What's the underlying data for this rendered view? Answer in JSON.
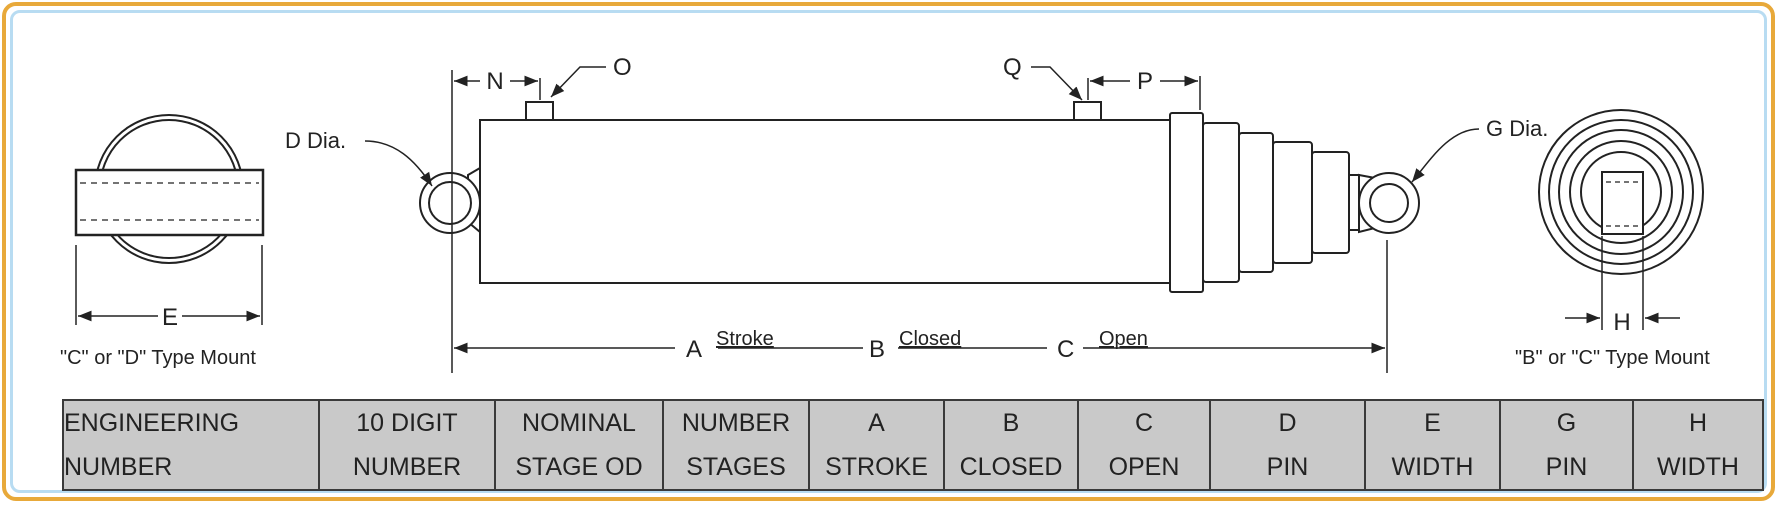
{
  "labels": {
    "n": "N",
    "o": "O",
    "q": "Q",
    "p": "P",
    "d_dia": "D Dia.",
    "g_dia": "G Dia.",
    "e": "E",
    "h": "H",
    "a": "A",
    "b": "B",
    "c": "C",
    "stroke": "Stroke",
    "closed": "Closed",
    "open": "Open",
    "left_mount": "\"C\" or \"D\" Type Mount",
    "right_mount": "\"B\" or \"C\" Type Mount"
  },
  "table": {
    "columns": [
      {
        "line1": "ENGINEERING",
        "line2": "NUMBER"
      },
      {
        "line1": "10 DIGIT",
        "line2": "NUMBER"
      },
      {
        "line1": "NOMINAL",
        "line2": "STAGE OD"
      },
      {
        "line1": "NUMBER",
        "line2": "STAGES"
      },
      {
        "line1": "A",
        "line2": "STROKE"
      },
      {
        "line1": "B",
        "line2": "CLOSED"
      },
      {
        "line1": "C",
        "line2": "OPEN"
      },
      {
        "line1": "D",
        "line2": "PIN"
      },
      {
        "line1": "E",
        "line2": "WIDTH"
      },
      {
        "line1": "G",
        "line2": "PIN"
      },
      {
        "line1": "H",
        "line2": "WIDTH"
      }
    ]
  },
  "colors": {
    "outer_frame": "#E8A93A",
    "inner_frame": "#B8DCF2",
    "table_fill": "#C9C9C9",
    "line": "#222222"
  }
}
